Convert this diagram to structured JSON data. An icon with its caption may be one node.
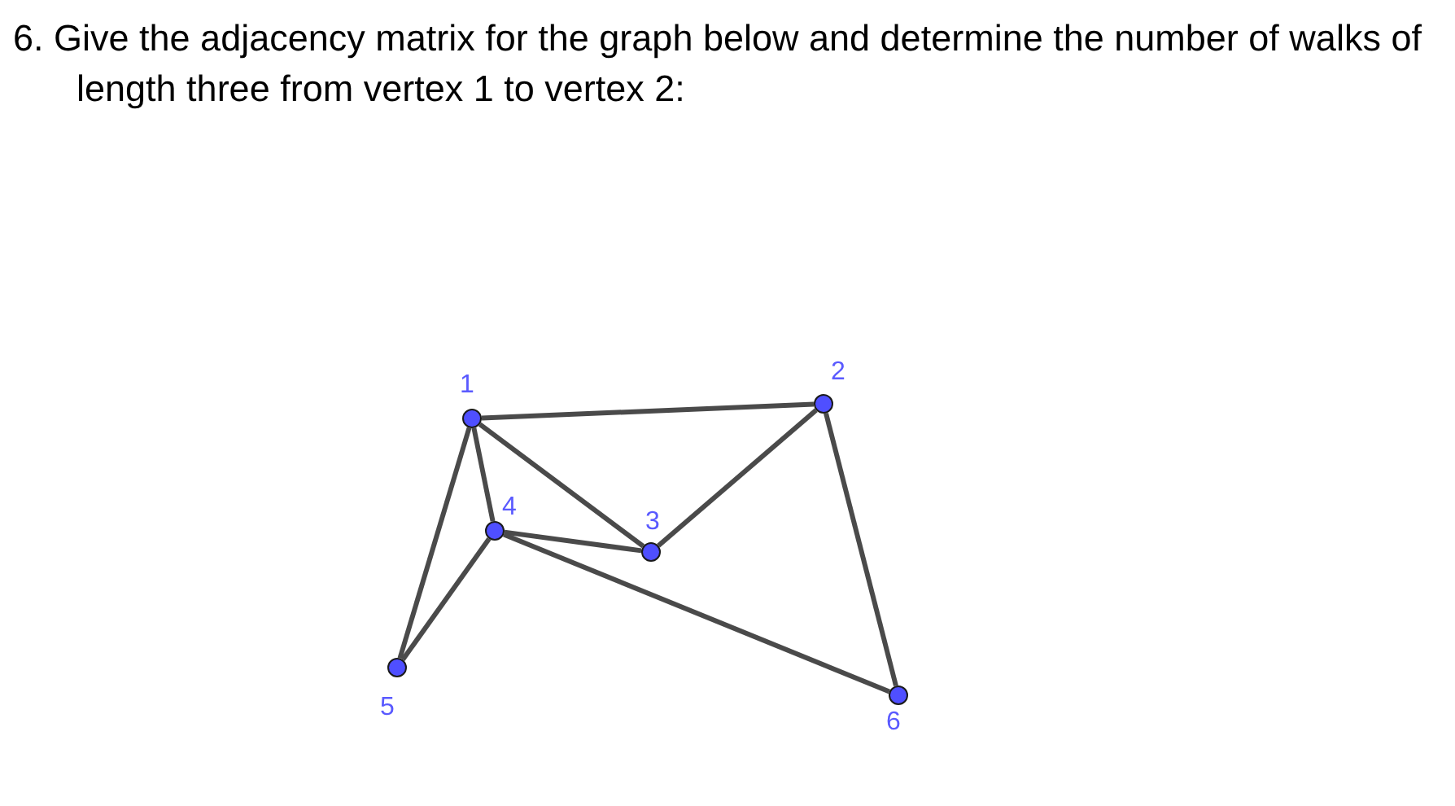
{
  "diagram": {
    "title": "6. Give the adjacency matrix for the graph below and determine the number of walks of length three from vertex 1 to vertex 2:",
    "nodes": [
      {
        "text": [],
        "shape": "circle",
        "beside": [
          "1"
        ]
      },
      {
        "text": [],
        "shape": "circle",
        "beside": [
          "2"
        ]
      },
      {
        "text": [],
        "shape": "circle",
        "beside": [
          "3"
        ]
      },
      {
        "text": [],
        "shape": "circle",
        "beside": [
          "4"
        ]
      },
      {
        "text": [],
        "shape": "circle",
        "beside": [
          "5"
        ]
      },
      {
        "text": [],
        "shape": "circle",
        "beside": [
          "6"
        ]
      }
    ],
    "edges": [
      {
        "from": 0,
        "to": 1,
        "arrow": "none"
      },
      {
        "from": 0,
        "to": 2,
        "arrow": "none"
      },
      {
        "from": 0,
        "to": 3,
        "arrow": "none"
      },
      {
        "from": 0,
        "to": 4,
        "arrow": "none"
      },
      {
        "from": 1,
        "to": 2,
        "arrow": "none"
      },
      {
        "from": 1,
        "to": 5,
        "arrow": "none"
      },
      {
        "from": 3,
        "to": 2,
        "arrow": "none"
      },
      {
        "from": 3,
        "to": 4,
        "arrow": "none"
      },
      {
        "from": 3,
        "to": 5,
        "arrow": "none"
      }
    ]
  }
}
